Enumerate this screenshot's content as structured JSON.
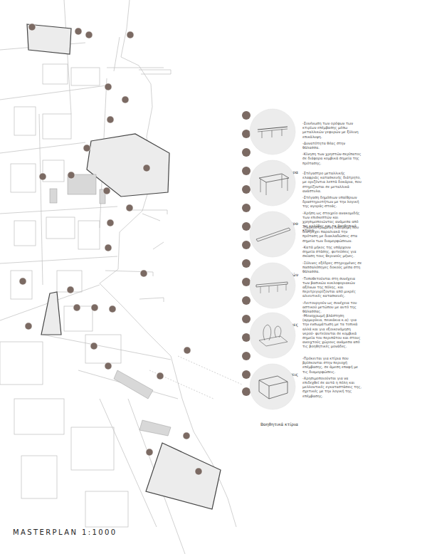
{
  "diagram": {
    "title": "MASTERPLAN 1:1000",
    "nodes": [
      {
        "text": [
          "Γέφυρα"
        ]
      },
      {
        "text": [
          "Στέγαστρο"
        ]
      },
      {
        "text": [
          "Διαδρομή πεζών"
        ]
      },
      {
        "text": [
          "Πλατφόρμες"
        ]
      },
      {
        "text": [
          "Φυτεύσεις"
        ]
      },
      {
        "text": [
          "Βοηθητικά κτίρια"
        ]
      }
    ],
    "edges": [],
    "labels": [
      "-Συνένωση των ορόφων των κτιρίων επέμβασης μέσω μεταλλικών γεφυρών με ξύλινη επικάλυψη.",
      "-Δυνατότητα θέας στην θάλασσα.",
      "-Κίνηση των χρηστών-περίπατος σε διάφορα κομβικά σημεία της πρότασης.",
      "-Στέγαστρο μεταλλικής ελαφριάς κατασκευής διάτρητο, με οριζόντια λεπτά δοκάρια, που στηρίζονται σε μεταλλικά ανάστυλα.",
      "-Στέγαση δημόσιων υπαίθριων δραστηριοτήτων με την λογική της αγοράς-στοάς.",
      "-Χρήση ως στοιχείο ανακομιδής των επισκεπτών και χρησιμοποιώντας ανάμεσα από τις καλύβες και τα βοηθητικά κτίρια.",
      "-Πλακοστρωμένη διαδρομή που διατρέχει παραλιακά την πρόταση με διακλαδώσεις στα σημεία των διαμορφώσεων.",
      "-Κατά μήκος της υπάρχουν σημεία στάσης, φυτεύσεις για σκίαση τους θερινούς μήνες.",
      "-Ξύλινες εξέδρες στηριγμένες σε πασσαλόπηγες δοκούς μέσα στη θάλασσα.",
      "-Τοποθετούνται στη συνέχεια των βασικών κυκλοφοριακών αξόνων της πόλης, και περιτριγυρίζονται από μικρές αλιευτικές κατασκευές.",
      "-Λειτουργούν ως συνέχεια του αστικού μετώπου με αυτό της θάλασσας.",
      "-Μονοχρωμή βλάστηση (αρμυρίκια, πευκάκια κ.α) -για την ενσωμάτωση με τα τοπικά αλλά και για εξοικονόμηση νερού- φυτεύονται σε κομβικά σημεία του περιπάτου και στους ανοιχτούς χώρους ανάμεσα από τις βοηθητικές μονάδες.",
      "-Πρόκειται για κτίρια που βρίσκονται στην περιοχή επέμβασης, σε άμεση επαφή με τις διαμορφώσεις.",
      "-Χρησιμοποιούνται για να επιδεχθεί σε αυτά η πόλη και μελλοντικές εγκαταστάσεις της, σχετικές με την λογική της επέμβασης."
    ]
  }
}
